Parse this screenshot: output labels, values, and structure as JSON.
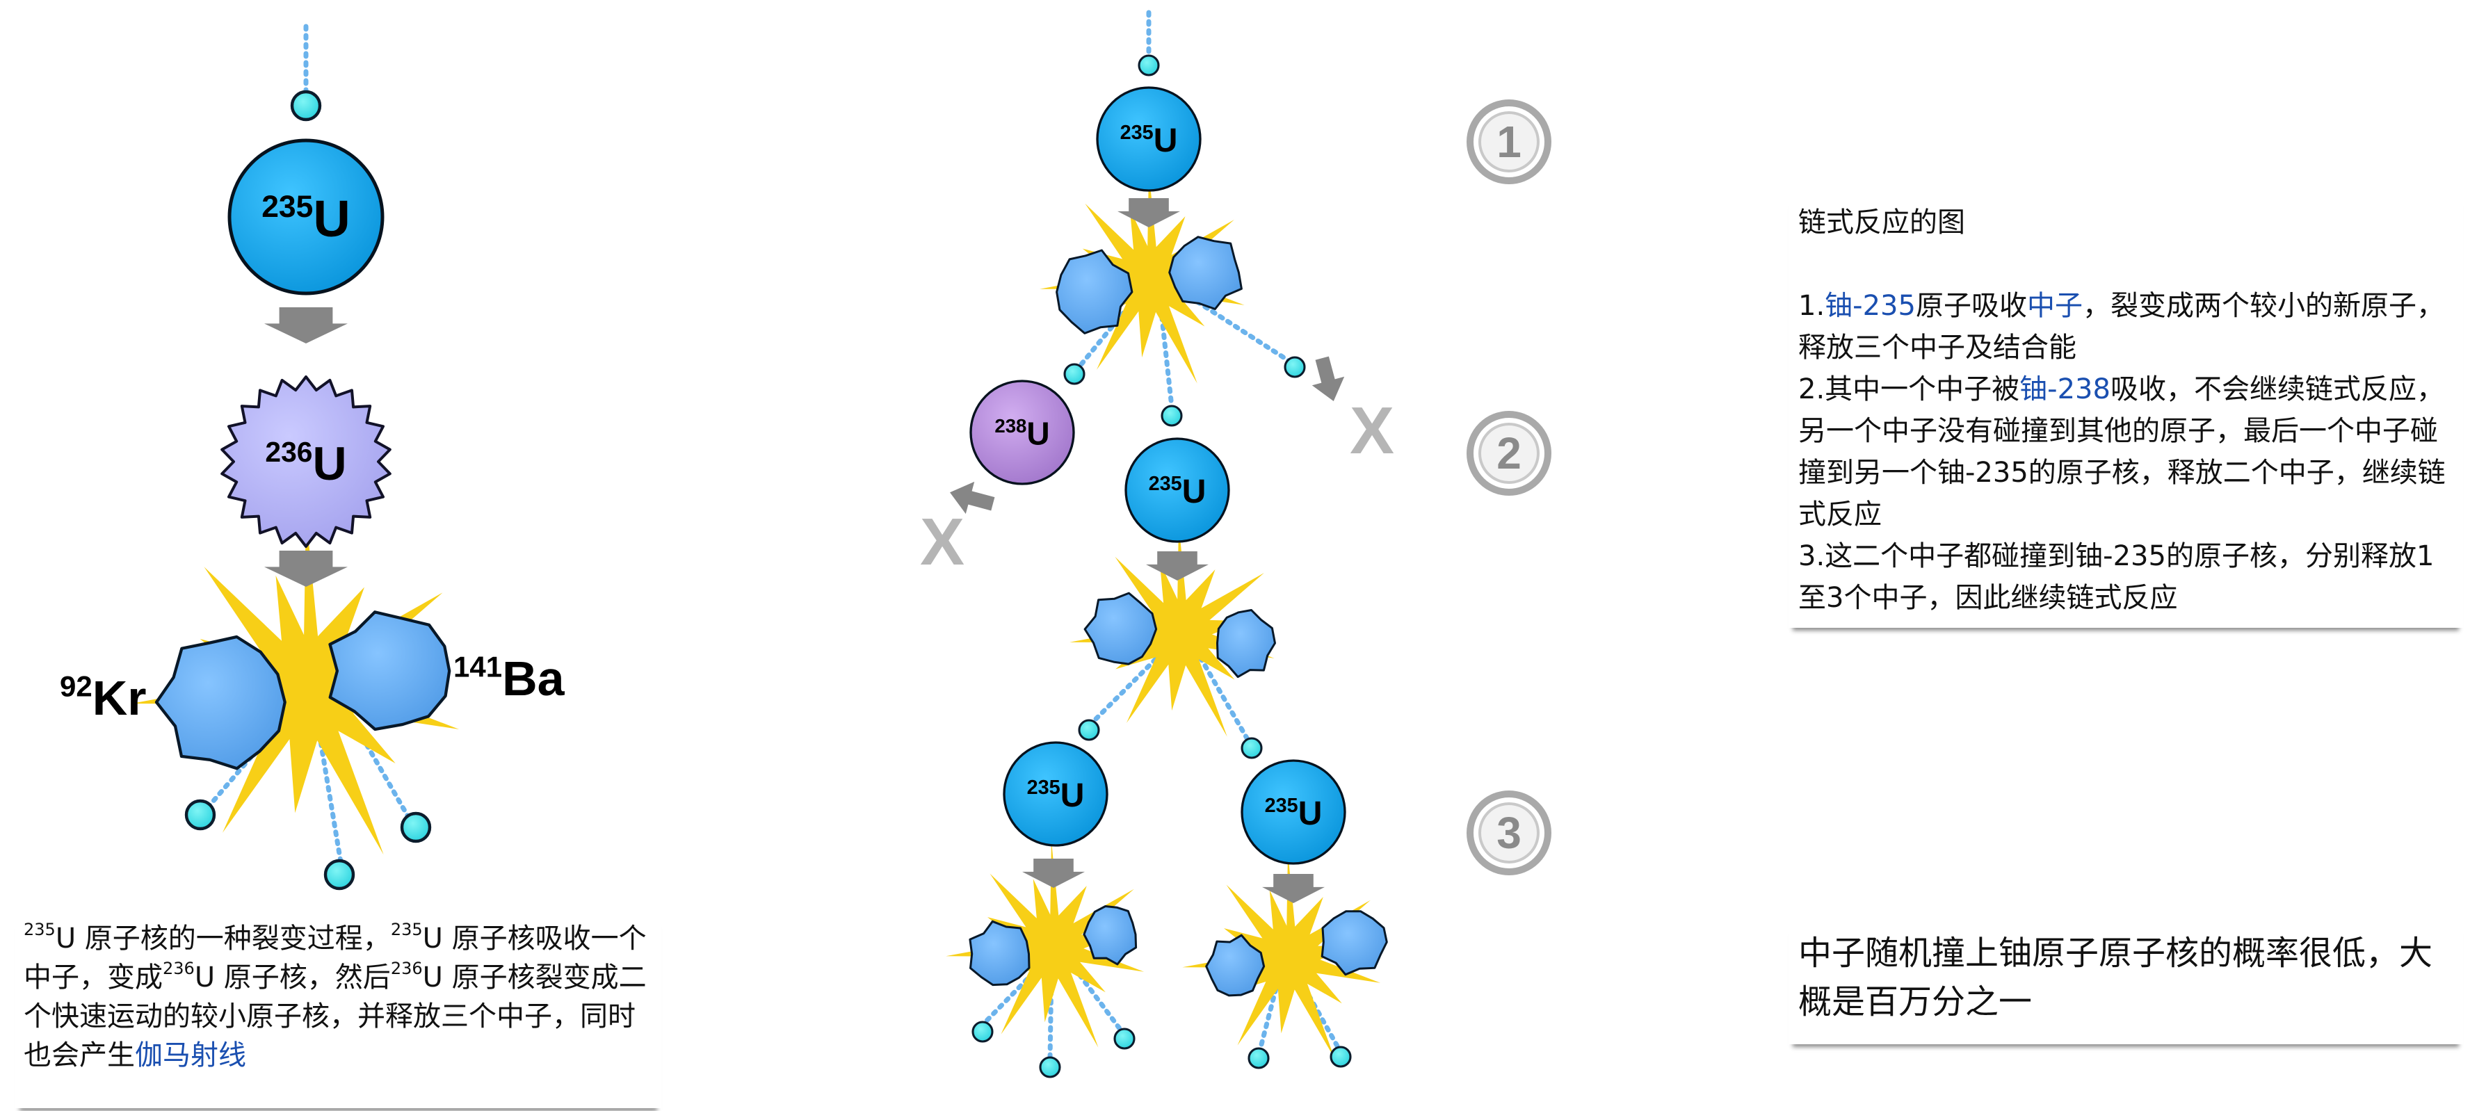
{
  "diagram": {
    "left_process": {
      "u235_mass": "235",
      "u235_symbol": "U",
      "u236_mass": "236",
      "u236_symbol": "U",
      "kr_mass": "92",
      "kr_symbol": "Kr",
      "ba_mass": "141",
      "ba_symbol": "Ba"
    },
    "chain": {
      "u235_mass": "235",
      "u235_symbol": "U",
      "u238_mass": "238",
      "u238_symbol": "U",
      "lost_marker": "X",
      "steps": [
        "1",
        "2",
        "3"
      ]
    },
    "colors": {
      "neutron": "#3fe0e8",
      "u235": "#10a8ee",
      "u236": "#b3b2f5",
      "u238": "#b88ad8",
      "fragment": "#63adf0",
      "flash": "#f7cf17",
      "arrow": "#868686",
      "link": "#1a4fb0"
    }
  },
  "captions": {
    "left": {
      "sup1": "235",
      "t1": "U 原子核的一种裂变过程，",
      "sup2": "235",
      "t2": "U 原子核吸收一个中子，变成",
      "sup3": "236",
      "t3": "U 原子核，然后",
      "sup4": "236",
      "t4": "U 原子核裂变成二个快速运动的较小原子核，并释放三个中子，同时也会产生",
      "link": "伽马射线"
    },
    "right": {
      "title": "链式反应的图",
      "s1_pre": "1.",
      "s1_link1": "铀-235",
      "s1_mid": "原子吸收",
      "s1_link2": "中子",
      "s1_post": "，裂变成两个较小的新原子，释放三个中子及结合能",
      "s2_pre": "2.其中一个中子被",
      "s2_link": "铀-238",
      "s2_post": "吸收，不会继续链式反应，另一个中子没有碰撞到其他的原子，最后一个中子碰撞到另一个铀-235的原子核，释放二个中子，继续链式反应",
      "s3": "3.这二个中子都碰撞到铀-235的原子核，分别释放1至3个中子，因此继续链式反应"
    },
    "bottom": {
      "text": "中子随机撞上铀原子原子核的概率很低，大概是百万分之一"
    }
  }
}
